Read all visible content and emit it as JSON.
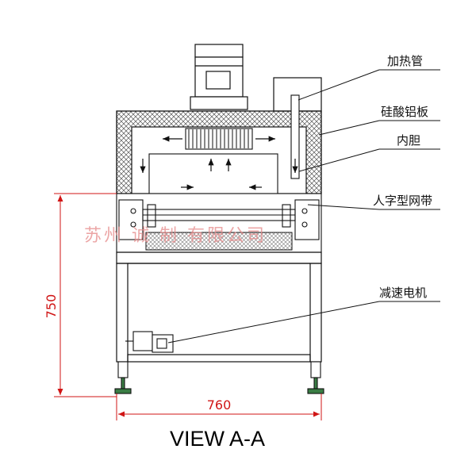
{
  "labels": {
    "heating_tube": "加热管",
    "silicate_board": "硅酸铝板",
    "inner_liner": "内胆",
    "mesh_belt": "人字型网带",
    "gear_motor": "减速电机"
  },
  "dimensions": {
    "height": "750",
    "width": "760"
  },
  "watermark": "苏州  诚  制      有限公司",
  "caption": "VIEW A-A",
  "colors": {
    "line": "#111111",
    "dimension": "#d01515",
    "insulation_hatch": "#555555",
    "watermark": "#e58a8a"
  }
}
